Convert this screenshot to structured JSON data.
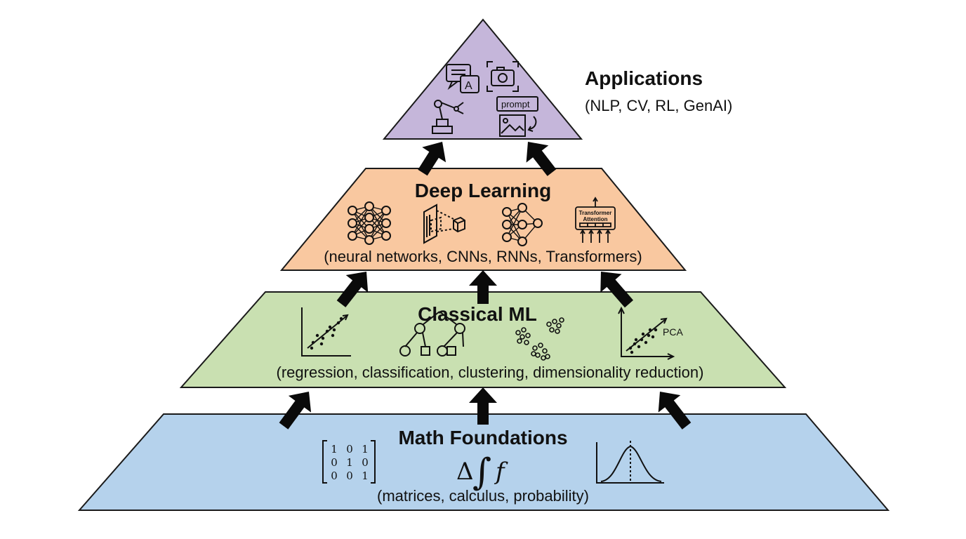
{
  "colors": {
    "applications": "#c5b6da",
    "deep_learning": "#f9c8a0",
    "classical_ml": "#c9e0b1",
    "math": "#b5d2ec",
    "stroke": "#1a1a1a",
    "arrow": "#0a0a0a"
  },
  "layers": {
    "applications": {
      "title": "Applications",
      "subtitle": "(NLP, CV, RL, GenAI)",
      "icons": [
        "chat-bubble-a-icon",
        "camera-icon",
        "robot-arm-icon",
        "prompt-to-image-icon"
      ],
      "prompt_label": "prompt",
      "chat_letter": "A"
    },
    "deep_learning": {
      "title": "Deep Learning",
      "subtitle": "(neural networks, CNNs, RNNs, Transformers)",
      "icons": [
        "neural-network-icon",
        "cnn-filter-icon",
        "rnn-network-icon",
        "transformer-icon"
      ],
      "transformer_line1": "Transformer",
      "transformer_line2": "Attention"
    },
    "classical_ml": {
      "title": "Classical ML",
      "subtitle": "(regression, classification, clustering, dimensionality reduction)",
      "icons": [
        "regression-plot-icon",
        "decision-tree-icon",
        "clusters-icon",
        "pca-plot-icon"
      ],
      "pca_label": "PCA"
    },
    "math": {
      "title": "Math Foundations",
      "subtitle": "(matrices, calculus, probability)",
      "icons": [
        "matrix-icon",
        "calculus-symbols-icon",
        "gaussian-curve-icon"
      ],
      "matrix": [
        [
          "1",
          "0",
          "1"
        ],
        [
          "0",
          "1",
          "0"
        ],
        [
          "0",
          "0",
          "1"
        ]
      ],
      "symbols": [
        "Δ",
        "∫",
        "f"
      ]
    }
  }
}
